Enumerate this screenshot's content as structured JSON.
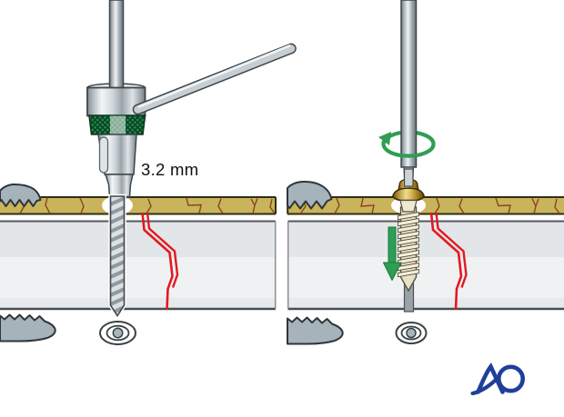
{
  "panels": {
    "left": {
      "drill_diameter_label": "3.2 mm"
    },
    "right": {
      "labels": []
    }
  },
  "logo": {
    "text": "AO"
  },
  "icons": {
    "rotation_arrow": "rotation-arrow-icon",
    "insertion_arrow": "down-arrow-icon",
    "fracture": "fracture-line",
    "forceps": "reduction-forceps-jaw"
  },
  "colors": {
    "fracture_red": "#e2191f",
    "arrow_green": "#2f9e54",
    "arrow_green_dark": "#17793a",
    "knurl_green": "#1f8a4e",
    "cortex_tan": "#c9b45b",
    "bone_gray": "#edeff1",
    "screw_gold": "#d9bc5a",
    "metal_gray": "#c3cbd0",
    "clamp_gray": "#a6b3ba",
    "logo_blue": "#203f9a"
  }
}
